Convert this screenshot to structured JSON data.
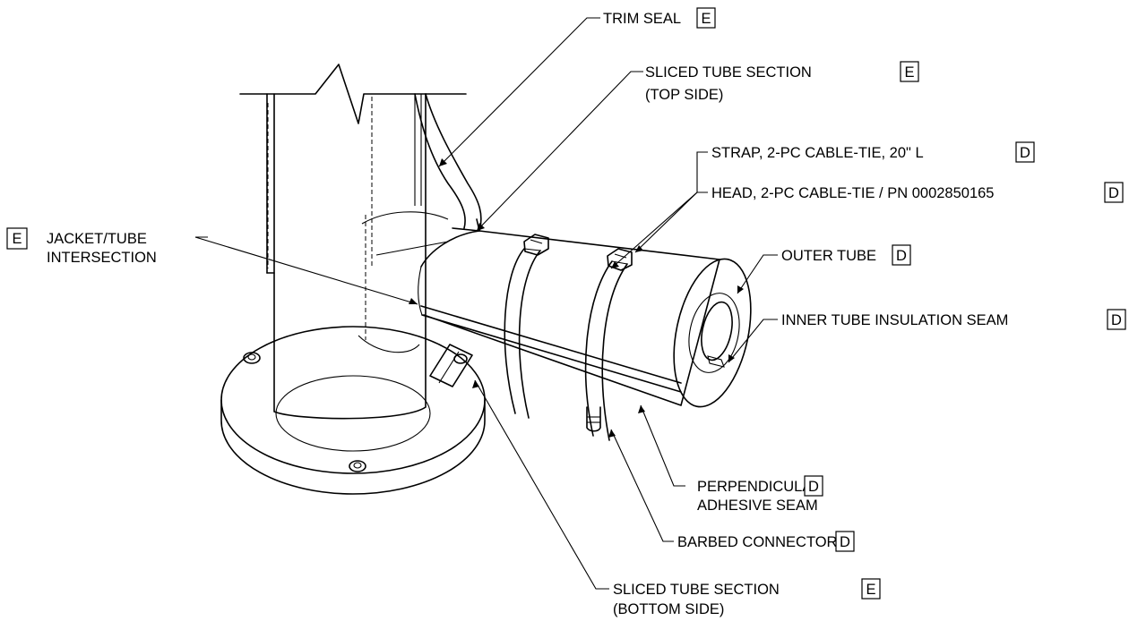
{
  "callouts": {
    "trim_seal": {
      "text": "TRIM SEAL",
      "code": "E"
    },
    "sliced_top": {
      "line1": "SLICED TUBE SECTION",
      "line2": "(TOP SIDE)",
      "code": "E"
    },
    "strap": {
      "text": "STRAP, 2-PC CABLE-TIE, 20\" L",
      "code": "D"
    },
    "head": {
      "text": "HEAD, 2-PC CABLE-TIE / PN 0002850165",
      "code": "D"
    },
    "outer_tube": {
      "text": "OUTER TUBE",
      "code": "D"
    },
    "inner_seam": {
      "text": "INNER TUBE INSULATION SEAM",
      "code": "D"
    },
    "jacket_tube": {
      "line1": "JACKET/TUBE",
      "line2": "INTERSECTION",
      "code": "E"
    },
    "perpendicular": {
      "line1": "PERPENDICULAR",
      "line2": "ADHESIVE SEAM",
      "code": "D"
    },
    "barbed": {
      "text": "BARBED CONNECTOR",
      "code": "D"
    },
    "sliced_bottom": {
      "line1": "SLICED TUBE SECTION",
      "line2": "(BOTTOM SIDE)",
      "code": "E"
    }
  }
}
